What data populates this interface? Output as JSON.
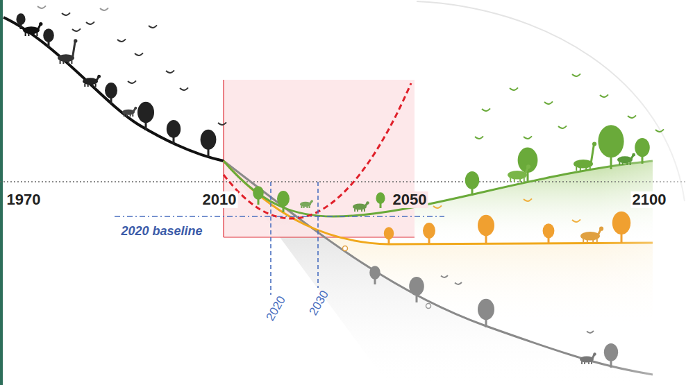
{
  "diagram": {
    "labels": [
      "1970",
      "2010",
      "2050",
      "2100",
      "2020 baseline",
      "2020",
      "2030"
    ]
  }
}
